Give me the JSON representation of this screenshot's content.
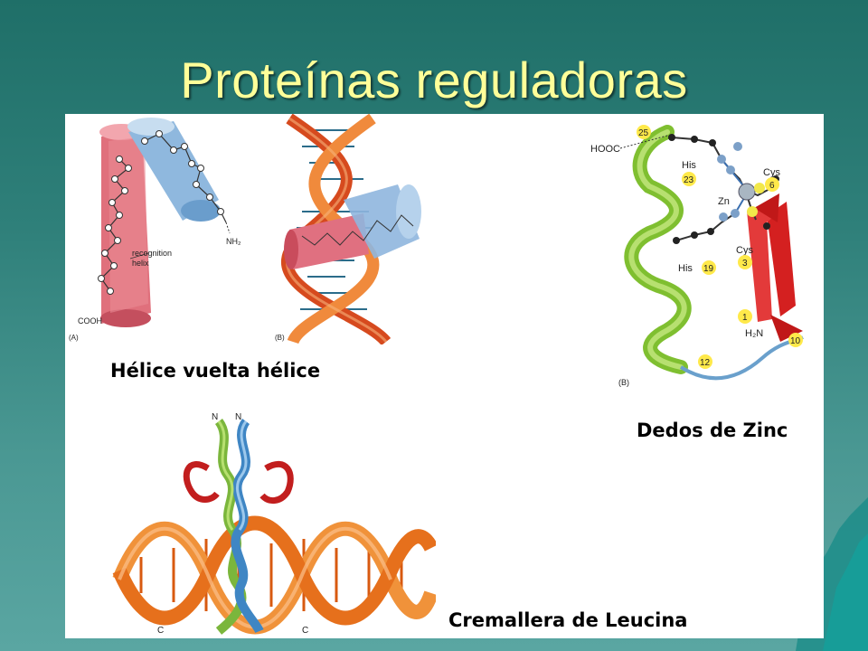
{
  "slide": {
    "title": "Proteínas reguladoras"
  },
  "captions": {
    "hth": "Hélice vuelta hélice",
    "zinc": "Dedos de Zinc",
    "leucine": "Cremallera de Leucina"
  },
  "hth_figure": {
    "recognition_label": [
      "recognition",
      "helix"
    ],
    "cooh": "COOH",
    "nh2": "NH₂",
    "panel_a": "(A)",
    "panel_b": "(B)"
  },
  "zinc_figure": {
    "hooc": "HOOC",
    "his23": "His",
    "his19": "His",
    "cys6": "Cys",
    "cys3": "Cys",
    "zn": "Zn",
    "h2n": "H₂N",
    "panel_b": "(B)",
    "badges": [
      "25",
      "23",
      "6",
      "3",
      "19",
      "1",
      "12",
      "10"
    ]
  },
  "leucine_figure": {
    "n1": "N",
    "n2": "N",
    "c1": "C",
    "c2": "C"
  }
}
